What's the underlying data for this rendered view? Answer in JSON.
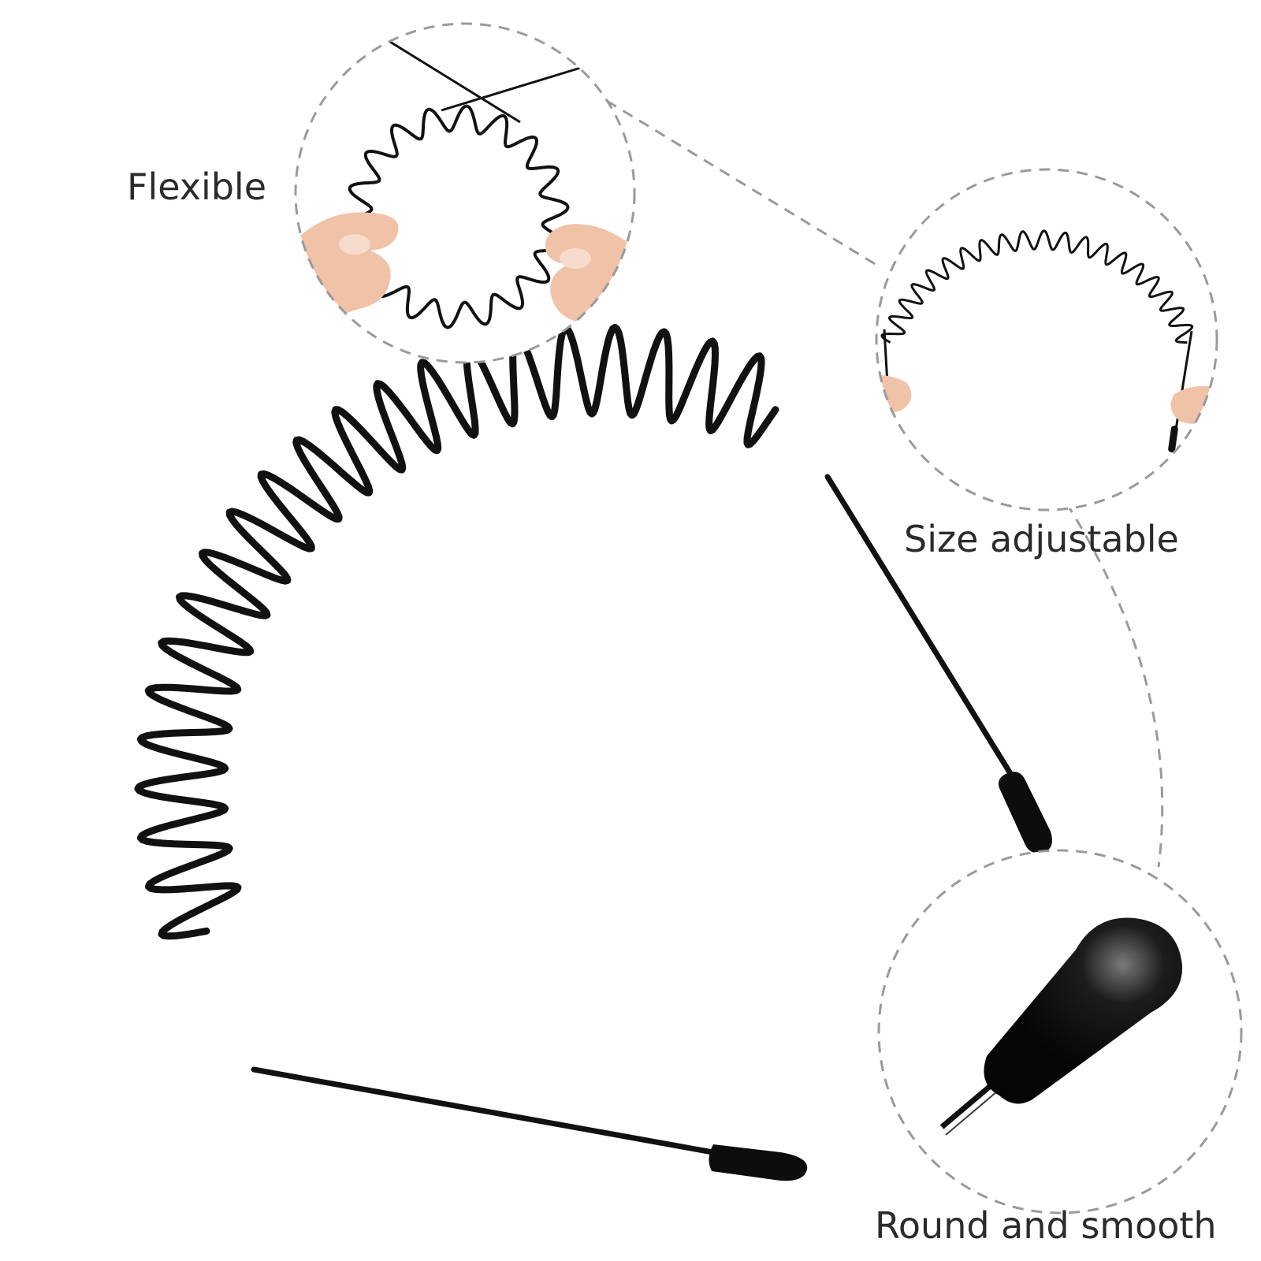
{
  "callouts": {
    "flexible": "Flexible",
    "size_adjustable": "Size adjustable",
    "round_and_smooth": "Round and smooth"
  },
  "colors": {
    "background": "#ffffff",
    "label_text": "#2b2b2b",
    "wire": "#111111",
    "dashed_outline": "#9a9a9a",
    "skin": "#f2c7b0"
  },
  "product": {
    "item": "wavy spring metal headband",
    "finish": "black"
  }
}
